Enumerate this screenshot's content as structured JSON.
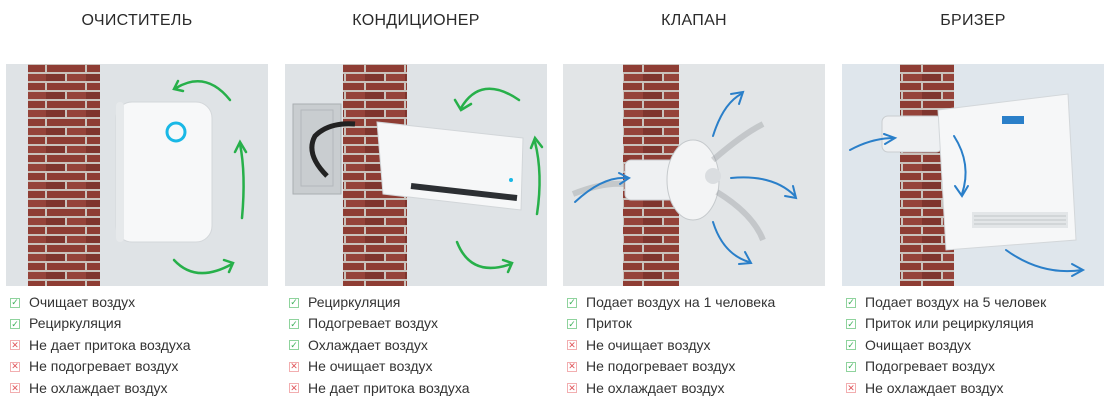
{
  "products": [
    {
      "title": "ОЧИСТИТЕЛЬ",
      "features": [
        {
          "text": "Очищает воздух",
          "ok": true
        },
        {
          "text": "Рециркуляция",
          "ok": true
        },
        {
          "text": "Не дает притока воздуха",
          "ok": false
        },
        {
          "text": "Не подогревает воздух",
          "ok": false
        },
        {
          "text": "Не охлаждает воздух",
          "ok": false
        }
      ]
    },
    {
      "title": "КОНДИЦИОНЕР",
      "features": [
        {
          "text": "Рециркуляция",
          "ok": true
        },
        {
          "text": "Подогревает воздух",
          "ok": true
        },
        {
          "text": "Охлаждает воздух",
          "ok": true
        },
        {
          "text": "Не очищает воздух",
          "ok": false
        },
        {
          "text": "Не дает притока воздуха",
          "ok": false
        }
      ]
    },
    {
      "title": "КЛАПАН",
      "features": [
        {
          "text": "Подает воздух на 1 человека",
          "ok": true
        },
        {
          "text": "Приток",
          "ok": true
        },
        {
          "text": "Не очищает воздух",
          "ok": false
        },
        {
          "text": "Не подогревает воздух",
          "ok": false
        },
        {
          "text": "Не охлаждает воздух",
          "ok": false
        }
      ]
    },
    {
      "title": "БРИЗЕР",
      "features": [
        {
          "text": "Подает воздух на 5 человек",
          "ok": true
        },
        {
          "text": "Приток или рециркуляция",
          "ok": true
        },
        {
          "text": "Очищает воздух",
          "ok": true
        },
        {
          "text": "Подогревает воздух",
          "ok": true
        },
        {
          "text": "Не охлаждает воздух",
          "ok": false
        }
      ]
    }
  ],
  "icons": {
    "yes": "check-icon",
    "no": "cross-icon"
  },
  "colors": {
    "green_arrow": "#27b04a",
    "blue_arrow": "#2a7fc9",
    "brick": "#8c3b33",
    "led_blue": "#19b8e6"
  }
}
